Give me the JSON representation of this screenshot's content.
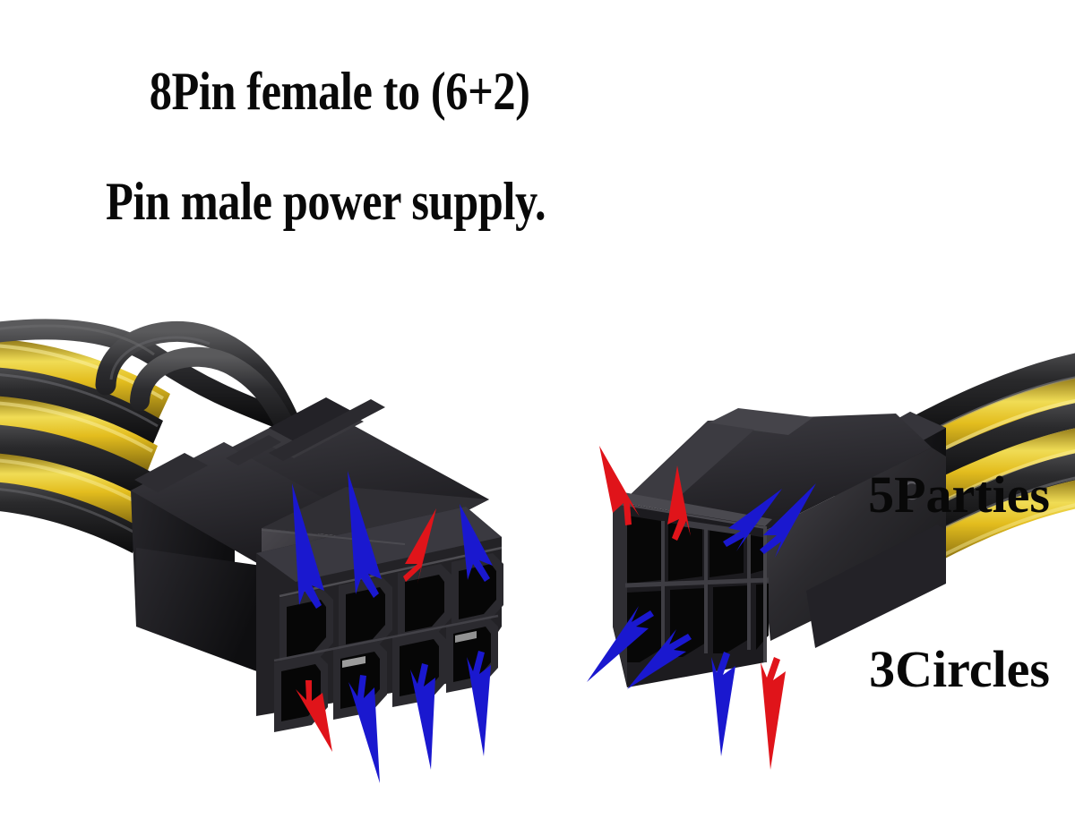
{
  "background_color": "#ffffff",
  "headline": {
    "line1": "8Pin female to (6+2)",
    "line2": "Pin male power supply."
  },
  "caption": {
    "line1": "5Parties",
    "line2": "3Circles"
  },
  "palette": {
    "arrow_red": "#e0141a",
    "arrow_blue": "#1a18cf",
    "plastic_black": "#201f1f",
    "plastic_dark": "#121212",
    "plastic_mid": "#36353a",
    "plastic_light": "#4e4d52",
    "hole_black": "#070707",
    "wire_black": "#1b1b1b",
    "wire_yellow": "#e8c323",
    "wire_yellow_hi": "#f6e05a",
    "background": "#ffffff"
  },
  "scene": {
    "left_connector": {
      "label": "8-pin female connector",
      "orientation": "facing lower-right",
      "rows": 2,
      "columns": 4,
      "pin_count": 8,
      "arrow_colors_top_row": [
        "blue",
        "blue",
        "red",
        "blue"
      ],
      "arrow_colors_bottom_row": [
        "red",
        "blue",
        "blue",
        "blue"
      ],
      "red_arrow_count": 2,
      "blue_arrow_count": 6,
      "has_latch_clip": true,
      "cable_colors": [
        "black",
        "yellow"
      ]
    },
    "right_connector": {
      "label": "(6+2)-pin male connector",
      "orientation": "facing lower-left",
      "rows": 2,
      "columns": 4,
      "pin_count": 8,
      "arrow_colors_top_row": [
        "red",
        "red",
        "blue",
        "blue"
      ],
      "arrow_colors_bottom_row": [
        "blue",
        "blue",
        "blue",
        "red"
      ],
      "red_arrow_count": 3,
      "blue_arrow_count": 5,
      "has_latch_clip": true,
      "cable_colors": [
        "black",
        "yellow"
      ]
    }
  }
}
